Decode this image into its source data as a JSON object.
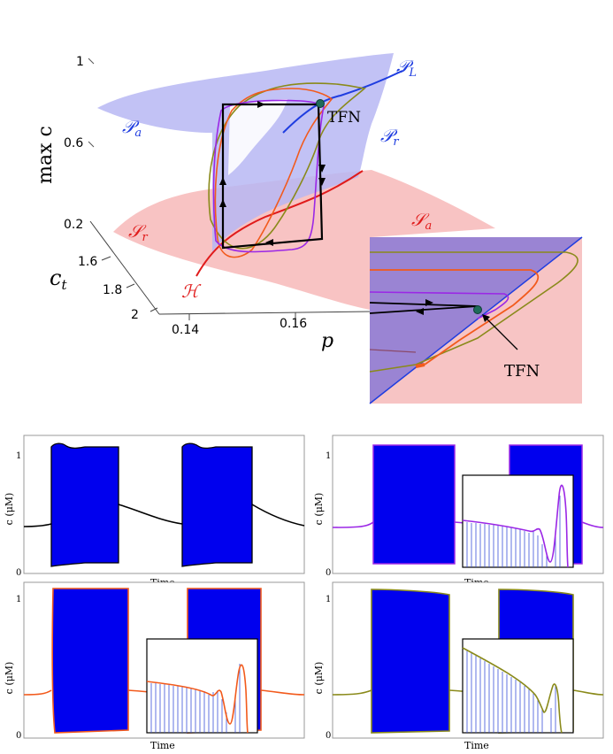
{
  "figure3d": {
    "zlabel": "max c",
    "ct_label": "c_t",
    "p_label": "p",
    "z_ticks": [
      "1",
      "0.6",
      "0.2"
    ],
    "ct_ticks": [
      "1.6",
      "1.8",
      "2"
    ],
    "p_ticks": [
      "0.14",
      "0.16"
    ],
    "surface_labels": {
      "PL": "PL",
      "Pa": "Pa",
      "Pr": "Pr",
      "Sr": "Sr",
      "Sa": "Sa",
      "H": "H"
    },
    "tfn_label": "TFN",
    "inset_tfn_label": "TFN",
    "colors": {
      "upper_surface": "#b7b7f3",
      "lower_surface": "#f7bcbc",
      "blue_curve": "#1f3de0",
      "red_curve": "#e01b1b",
      "black_orbit": "#000000",
      "purple_orbit": "#9b27e6",
      "orange_orbit": "#f25a1c",
      "olive_orbit": "#8a8a1a",
      "tfn_point": "#1f6b5a"
    }
  },
  "panels": [
    {
      "id": "black",
      "ylabel": "c (μM)",
      "xlabel": "Time",
      "y_ticks": [
        "1",
        "0"
      ],
      "line_color": "#000000",
      "has_inset": false
    },
    {
      "id": "purple",
      "ylabel": "c (μM)",
      "xlabel": "Time",
      "y_ticks": [
        "1",
        "0"
      ],
      "line_color": "#9b27e6",
      "has_inset": true
    },
    {
      "id": "orange",
      "ylabel": "c (μM)",
      "xlabel": "Time",
      "y_ticks": [
        "1",
        "0"
      ],
      "line_color": "#f25a1c",
      "has_inset": true
    },
    {
      "id": "olive",
      "ylabel": "c (μM)",
      "xlabel": "Time",
      "y_ticks": [
        "1",
        "0"
      ],
      "line_color": "#8a8a1a",
      "has_inset": true
    }
  ]
}
